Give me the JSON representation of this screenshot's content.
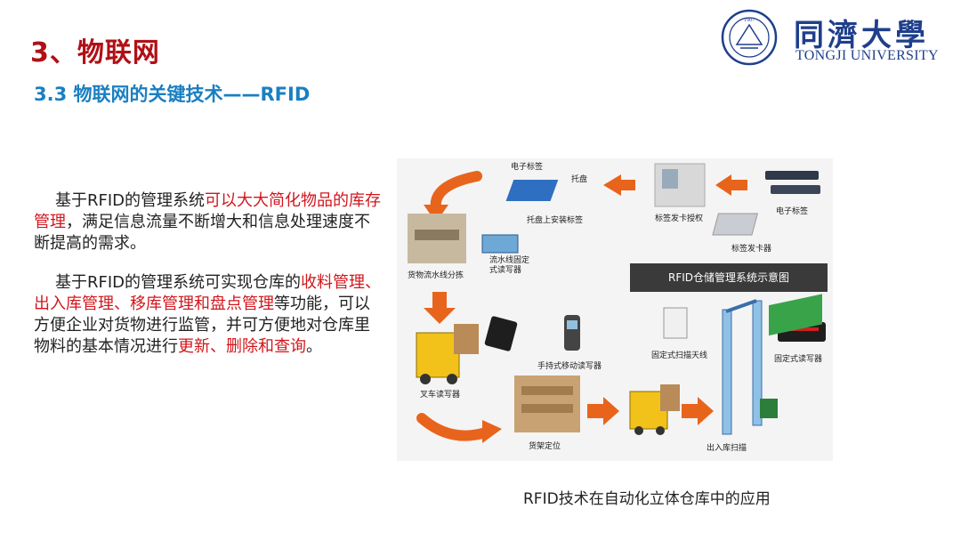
{
  "header": {
    "title": "3、物联网",
    "subtitle": "3.3 物联网的关键技术——RFID"
  },
  "logo": {
    "chinese_name": "同濟大學",
    "english_name": "TONGJI UNIVERSITY",
    "seal_text": "1907"
  },
  "body": {
    "p1": {
      "before": "基于RFID的管理系统",
      "highlight": "可以大大简化物品的库存管理",
      "after": "，满足信息流量不断增大和信息处理速度不断提高的需求。"
    },
    "p2": {
      "before": "基于RFID的管理系统可实现仓库的",
      "highlight": "收料管理、出入库管理、移库管理和盘点管理",
      "middle": "等功能，可以方便企业对货物进行监管，并可方便地对仓库里物料的基本情况进行",
      "highlight2": "更新、删除和查询",
      "end": "。"
    }
  },
  "diagram": {
    "banner": "RFID仓储管理系统示意图",
    "labels": {
      "electronic_tag_top": "电子标签",
      "pallet": "托盘",
      "pallet_install": "托盘上安装标签",
      "tag_issue_auth": "标签发卡授权",
      "electronic_tag_right": "电子标签",
      "tag_issuer": "标签发卡器",
      "conveyor": "货物流水线分拣",
      "fixed_reader_line": "流水线固定\n式读写器",
      "forklift_reader": "叉车读写器",
      "handheld_reader": "手持式移动读写器",
      "fixed_antenna": "固定式扫描天线",
      "fixed_reader": "固定式读写器",
      "shelf_position": "货架定位",
      "in_out_scan": "出入库扫描"
    }
  },
  "caption": "RFID技术在自动化立体仓库中的应用",
  "colors": {
    "title_red": "#b01016",
    "subtitle_blue": "#1a7fc1",
    "highlight_red": "#d2161c",
    "arrow_orange": "#e8641c",
    "logo_blue": "#1f3f8c"
  }
}
